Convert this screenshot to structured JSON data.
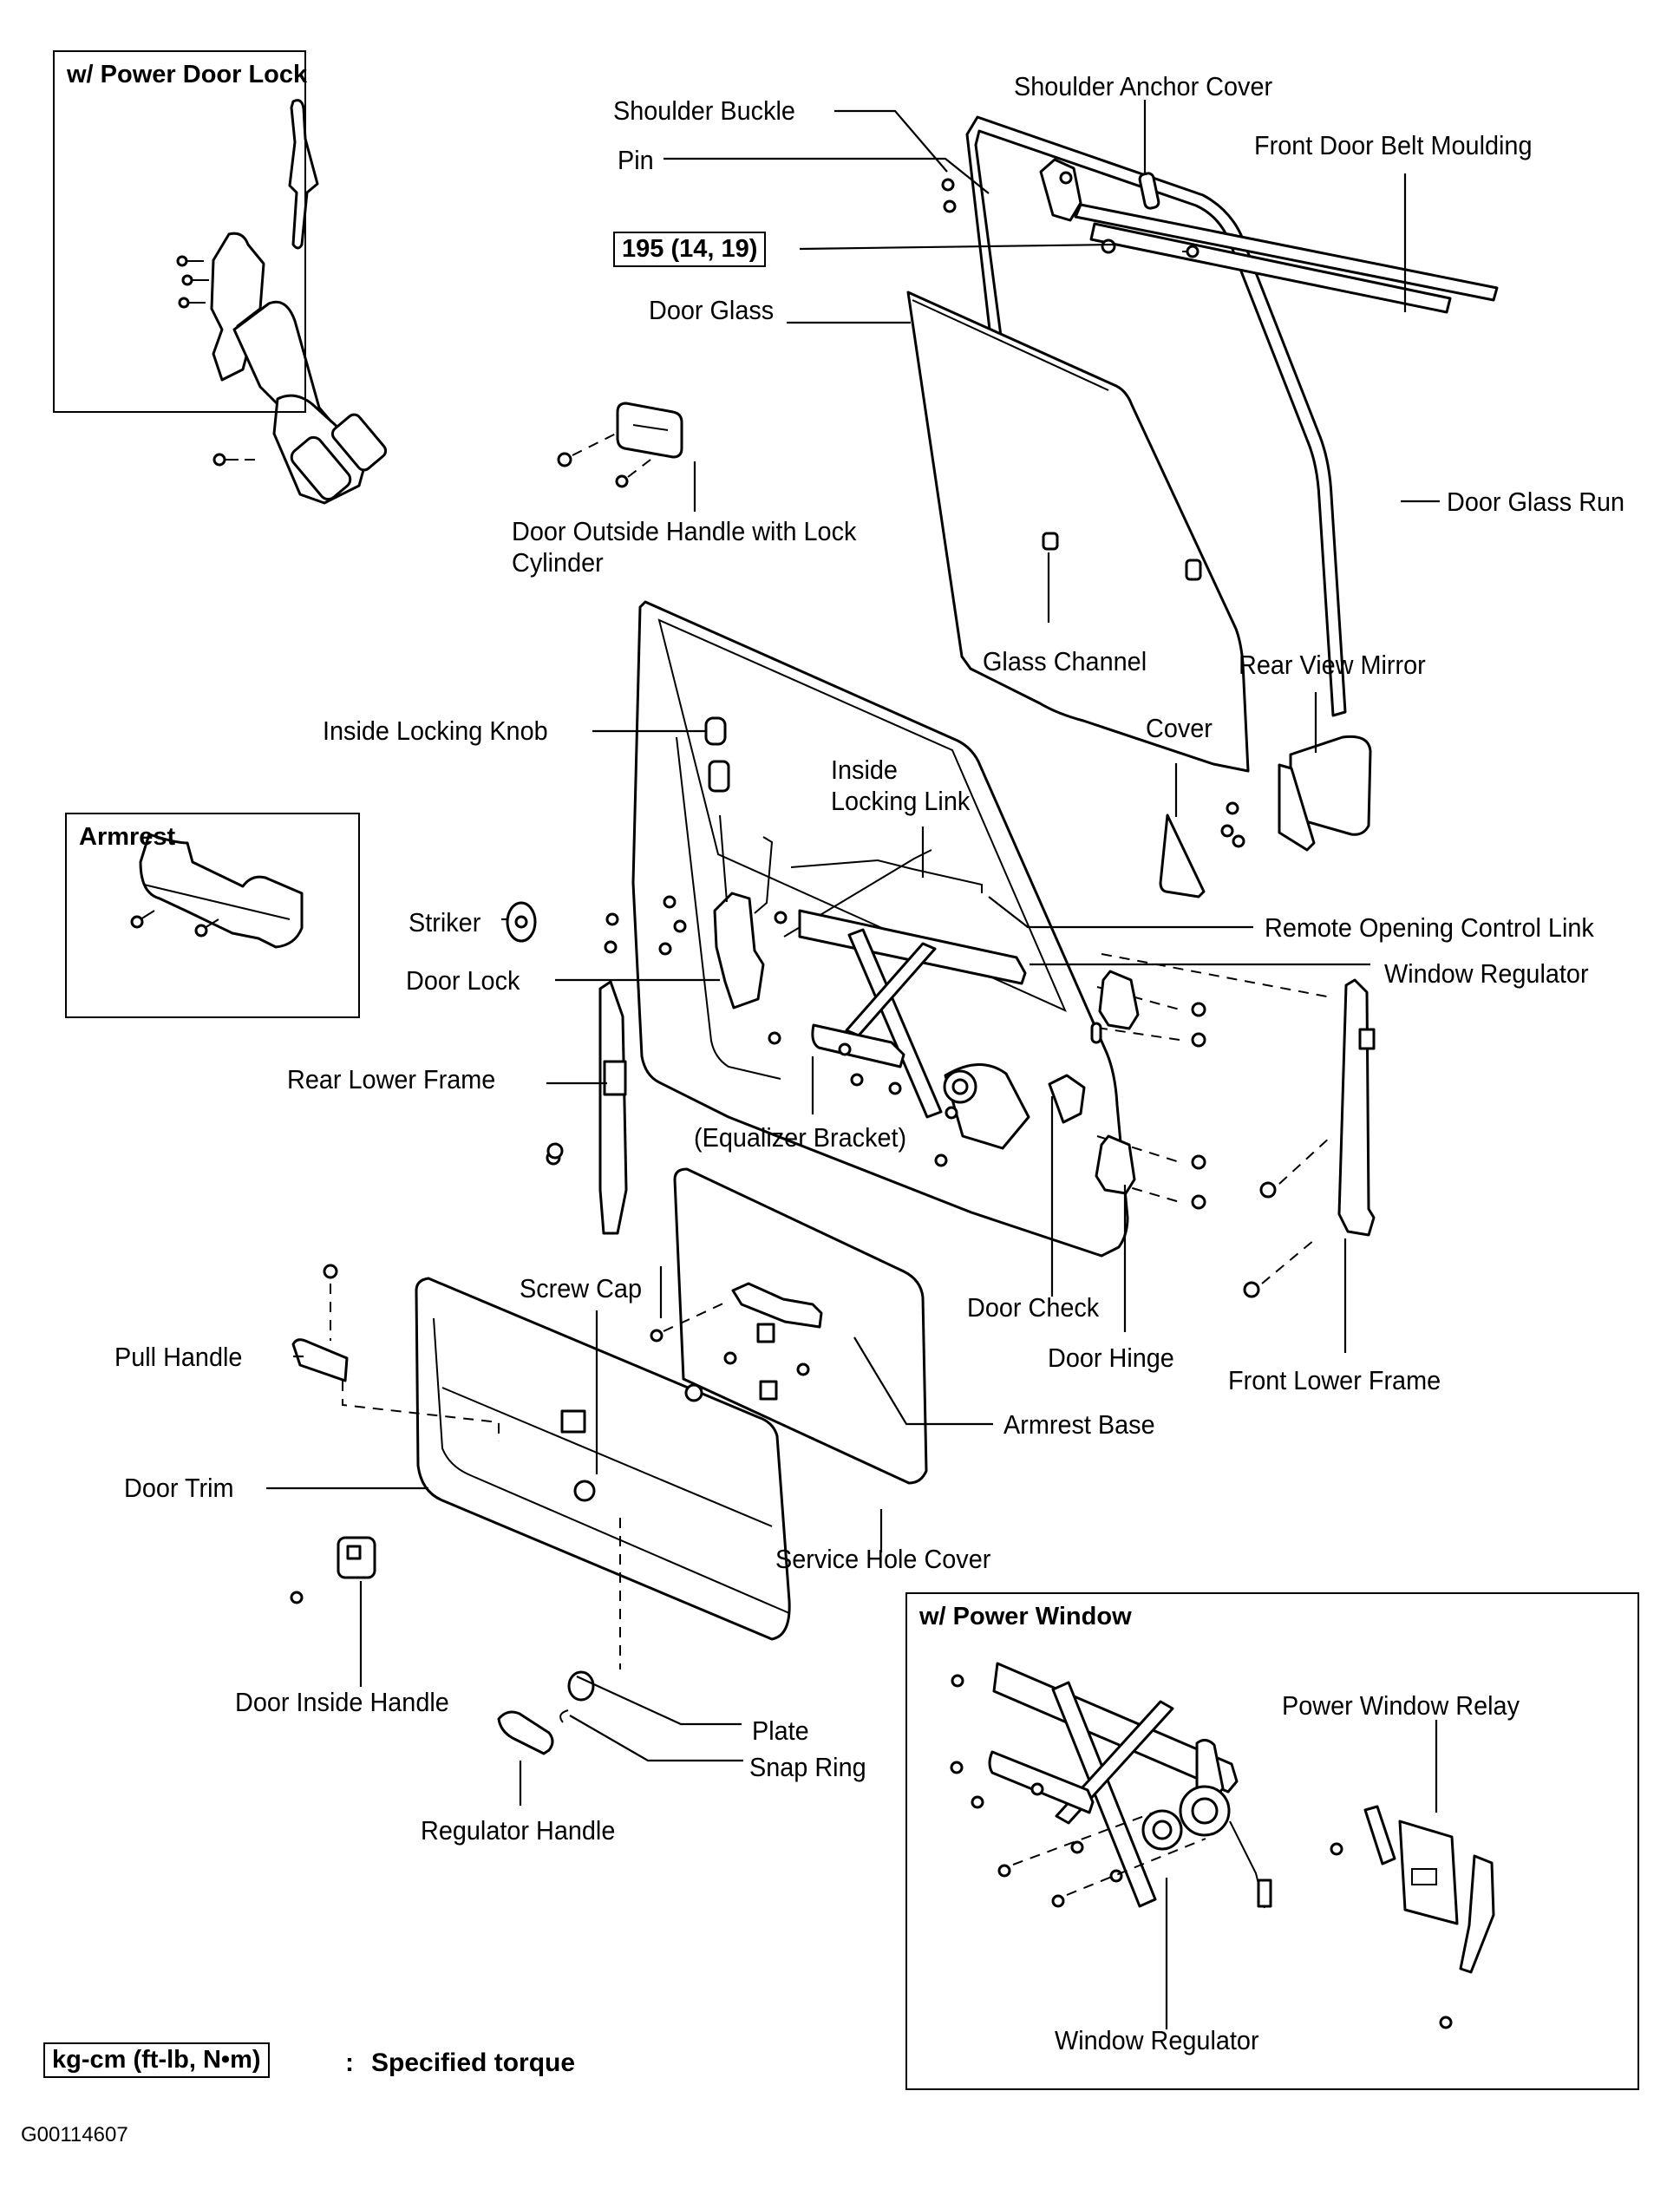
{
  "figure": {
    "id": "G00114607",
    "subject": "Front door components exploded view"
  },
  "insets": {
    "power_door_lock": {
      "title": "w/ Power Door Lock"
    },
    "armrest": {
      "title": "Armrest"
    },
    "power_window": {
      "title": "w/ Power Window",
      "labels": {
        "power_window_relay": "Power Window Relay",
        "window_regulator": "Window Regulator"
      }
    }
  },
  "torque_spec": {
    "value": "195 (14, 19)"
  },
  "labels": {
    "shoulder_buckle": "Shoulder Buckle",
    "shoulder_anchor_cover": "Shoulder Anchor Cover",
    "front_door_belt_moulding": "Front Door Belt Moulding",
    "pin": "Pin",
    "door_glass": "Door Glass",
    "door_glass_run": "Door Glass Run",
    "door_outside_handle": "Door Outside Handle with Lock\nCylinder",
    "glass_channel": "Glass Channel",
    "rear_view_mirror": "Rear View Mirror",
    "cover": "Cover",
    "inside_locking_knob": "Inside Locking Knob",
    "inside_locking_link": "Inside\nLocking Link",
    "striker": "Striker",
    "remote_opening_control_link": "Remote Opening Control Link",
    "door_lock": "Door Lock",
    "window_regulator": "Window Regulator",
    "rear_lower_frame": "Rear Lower Frame",
    "equalizer_bracket": "(Equalizer Bracket)",
    "screw_cap": "Screw Cap",
    "door_check": "Door Check",
    "pull_handle": "Pull Handle",
    "door_hinge": "Door Hinge",
    "front_lower_frame": "Front Lower Frame",
    "armrest_base": "Armrest Base",
    "door_trim": "Door Trim",
    "service_hole_cover": "Service Hole Cover",
    "door_inside_handle": "Door Inside Handle",
    "plate": "Plate",
    "snap_ring": "Snap Ring",
    "regulator_handle": "Regulator Handle"
  },
  "legend": {
    "unit_box": "kg-cm (ft-lb, N•m)",
    "separator": ":",
    "description": "Specified torque"
  }
}
